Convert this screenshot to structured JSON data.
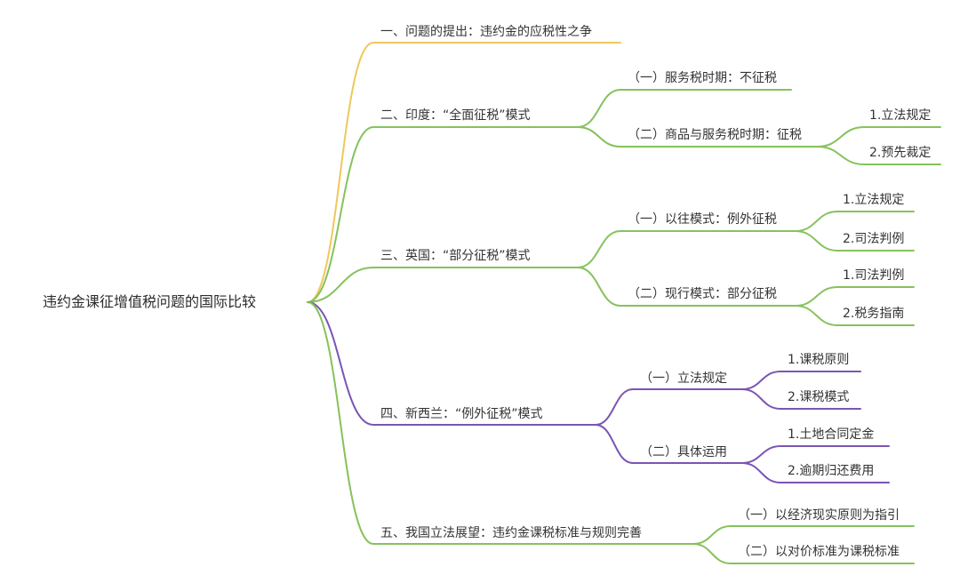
{
  "colors": {
    "yellow": "#f0c75e",
    "green": "#86c25c",
    "purple": "#7a55b3"
  },
  "root": "违约金课征增值税问题的国际比较",
  "branches": [
    {
      "label": "一、问题的提出：违约金的应税性之争",
      "color": "yellow"
    },
    {
      "label": "二、印度：“全面征税”模式",
      "color": "green",
      "children": [
        {
          "label": "（一）服务税时期：不征税"
        },
        {
          "label": "（二）商品与服务税时期：征税",
          "children": [
            "1.立法规定",
            "2.预先裁定"
          ]
        }
      ]
    },
    {
      "label": "三、英国：“部分征税”模式",
      "color": "green",
      "children": [
        {
          "label": "（一）以往模式：例外征税",
          "children": [
            "1.立法规定",
            "2.司法判例"
          ]
        },
        {
          "label": "（二）现行模式：部分征税",
          "children": [
            "1.司法判例",
            "2.税务指南"
          ]
        }
      ]
    },
    {
      "label": "四、新西兰：“例外征税”模式",
      "color": "purple",
      "children": [
        {
          "label": "（一）立法规定",
          "children": [
            "1.课税原则",
            "2.课税模式"
          ]
        },
        {
          "label": "（二）具体运用",
          "children": [
            "1.土地合同定金",
            "2.逾期归还费用"
          ]
        }
      ]
    },
    {
      "label": "五、我国立法展望：违约金课税标准与规则完善",
      "color": "green",
      "children": [
        {
          "label": "（一）以经济现实原则为指引"
        },
        {
          "label": "（二）以对价标准为课税标准"
        }
      ]
    }
  ]
}
